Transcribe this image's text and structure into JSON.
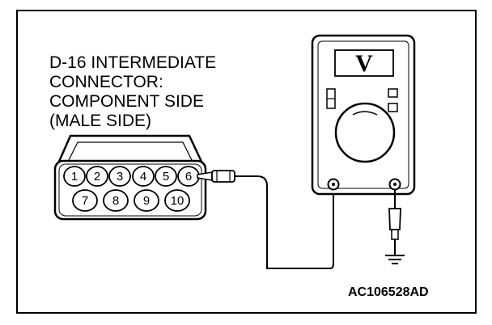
{
  "connector_label": {
    "lines": [
      "D-16 INTERMEDIATE",
      "CONNECTOR:",
      "COMPONENT SIDE",
      "(MALE SIDE)"
    ]
  },
  "connector": {
    "top_row_pins": [
      "1",
      "2",
      "3",
      "4",
      "5",
      "6"
    ],
    "bottom_row_pins": [
      "7",
      "8",
      "9",
      "10"
    ],
    "probe_pin": "6"
  },
  "meter": {
    "display_symbol": "V"
  },
  "figure_code": "AC106528AD",
  "icons": {
    "ground": "ground-symbol-icon",
    "probe": "test-probe-icon",
    "meter": "voltmeter-icon"
  }
}
